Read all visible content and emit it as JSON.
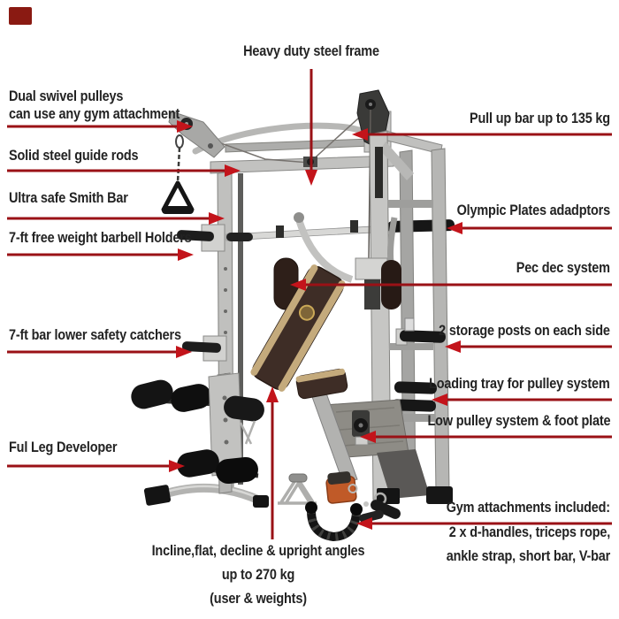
{
  "diagram_subject": "Smith machine home gym with labeled features",
  "colors": {
    "background": "#ffffff",
    "label_text": "#232323",
    "arrow_line": "#9a1116",
    "arrow_head": "#c3141b",
    "corner_mark": "#8a1a12",
    "steel_frame": "#c2c2c0",
    "bench_brown": "#3e2d26",
    "bench_tan": "#c4aa7c",
    "ankle_strap_orange": "#c05a28"
  },
  "labels": {
    "top": {
      "heavy_duty": "Heavy duty steel frame"
    },
    "left": {
      "dual_swivel_line1": "Dual swivel pulleys",
      "dual_swivel_line2": "can use any gym attachment",
      "guide_rods": "Solid steel guide rods",
      "smith_bar": "Ultra safe Smith Bar",
      "barbell_holders": "7-ft free weight barbell Holders",
      "safety_catchers": "7-ft bar lower safety catchers",
      "leg_developer": "Ful Leg Developer"
    },
    "right": {
      "pull_up_bar": "Pull up bar up to 135 kg",
      "olympic_adaptors": "Olympic Plates adadptors",
      "pec_dec": "Pec dec system",
      "storage_posts": "2 storage posts on each side",
      "loading_tray": "Loading tray for pulley system",
      "low_pulley": "Low pulley system & foot plate",
      "gym_attachments_heading": "Gym attachments included:",
      "gym_attachments_line1": "2 x d-handles, triceps rope,",
      "gym_attachments_line2": "ankle strap, short bar, V-bar"
    },
    "bottom": {
      "bench_line1": "Incline,flat, decline & upright angles",
      "bench_line2": "up to 270 kg",
      "bench_line3": "(user & weights)"
    }
  }
}
